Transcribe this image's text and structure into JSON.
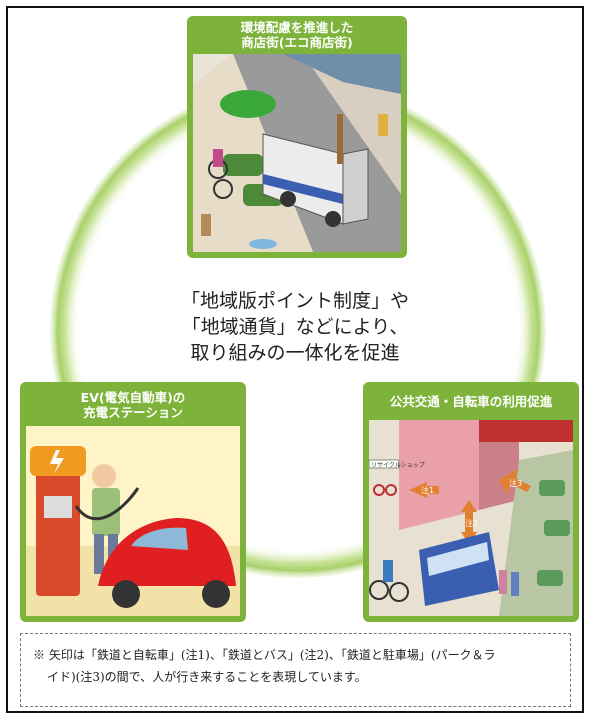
{
  "center": {
    "line1": "「地域版ポイント制度」や",
    "line2": "「地域通貨」などにより、",
    "line3": "取り組みの一体化を促進"
  },
  "panels": {
    "top": {
      "title_line1": "環境配慮を推進した",
      "title_line2": "商店街(エコ商店街)"
    },
    "left": {
      "title_line1": "EV(電気自動車)の",
      "title_line2": "充電ステーション"
    },
    "right": {
      "title_line1": "公共交通・自転車の利用促進",
      "title_line2": ""
    }
  },
  "illustration_labels": {
    "shop_sign": "リサイクルショップ",
    "arrow1": "注1",
    "arrow2": "注2",
    "arrow3": "注3"
  },
  "note": {
    "line1": "※ 矢印は「鉄道と自転車」(注1)、「鉄道とバス」(注2)、「鉄道と駐車場」(パーク＆ラ",
    "line2": "イド)(注3)の間で、人が行き来することを表現しています。"
  },
  "colors": {
    "panel_green": "#7db33a",
    "ring_green": "#a9d16b",
    "bus_blue": "#3a5fb0",
    "car_red": "#e02020"
  }
}
